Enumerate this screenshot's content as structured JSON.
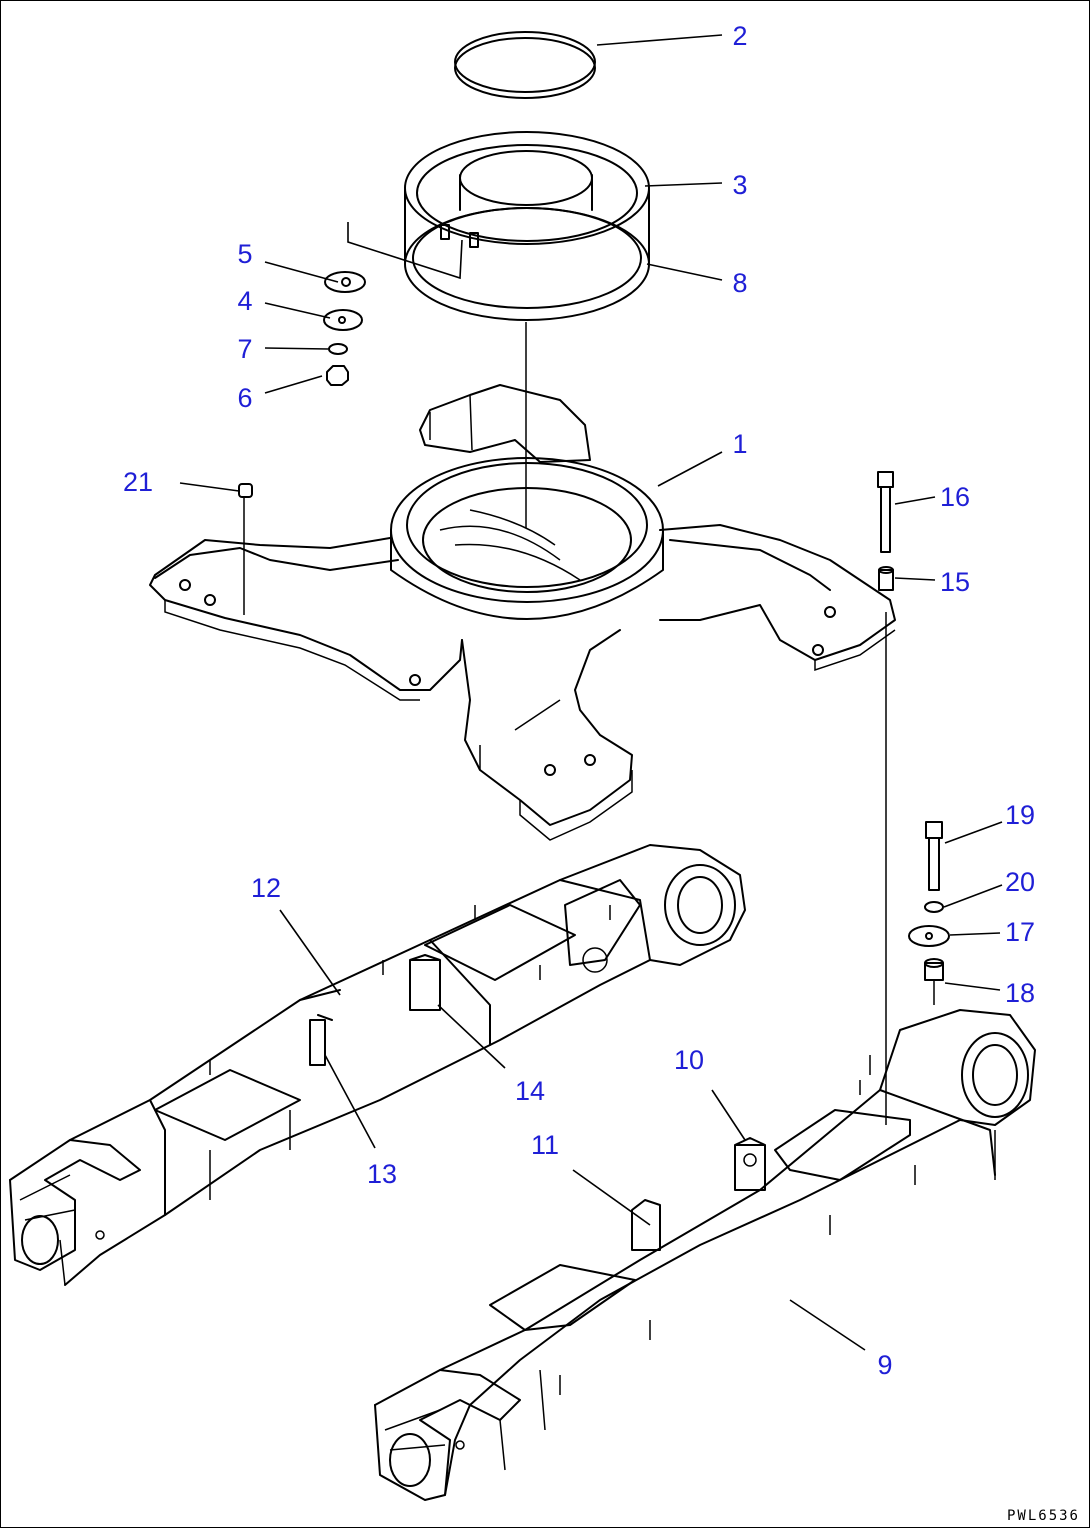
{
  "drawing_code": "PWL6536",
  "colors": {
    "callout": "#1f1fd6",
    "line": "#000000",
    "background": "#ffffff"
  },
  "callouts": {
    "c1": "1",
    "c2": "2",
    "c3": "3",
    "c4": "4",
    "c5": "5",
    "c6": "6",
    "c7": "7",
    "c8": "8",
    "c9": "9",
    "c10": "10",
    "c11": "11",
    "c12": "12",
    "c13": "13",
    "c14": "14",
    "c15": "15",
    "c16": "16",
    "c17": "17",
    "c18": "18",
    "c19": "19",
    "c20": "20",
    "c21": "21"
  }
}
